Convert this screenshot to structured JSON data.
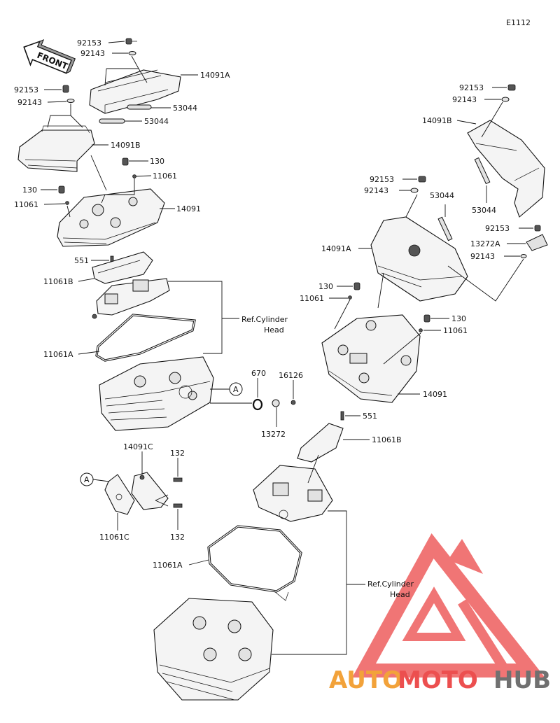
{
  "figure_code": "E1112",
  "front_badge": "FRONT",
  "callout_marker": "A",
  "ref_cylinder_head": {
    "line1": "Ref.Cylinder",
    "line2": "Head"
  },
  "labels": {
    "l_92153_a": "92153",
    "l_92143_a": "92143",
    "l_14091A_a": "14091A",
    "l_92153_b": "92153",
    "l_92143_b": "92143",
    "l_53044_a": "53044",
    "l_53044_b": "53044",
    "l_14091B_a": "14091B",
    "l_130_a": "130",
    "l_11061_a": "11061",
    "l_130_b": "130",
    "l_11061_b": "11061",
    "l_14091_a": "14091",
    "l_551_a": "551",
    "l_11061B_a": "11061B",
    "l_11061A_a": "11061A",
    "l_670": "670",
    "l_16126": "16126",
    "l_13272": "13272",
    "l_14091C": "14091C",
    "l_132_a": "132",
    "l_132_b": "132",
    "l_11061C": "11061C",
    "r_92153_a": "92153",
    "r_92143_a": "92143",
    "r_14091B": "14091B",
    "r_92153_b": "92153",
    "r_92143_b": "92143",
    "r_53044_a": "53044",
    "r_53044_b": "53044",
    "r_92153_c": "92153",
    "r_13272A": "13272A",
    "r_92143_c": "92143",
    "r_14091A": "14091A",
    "r_130_a": "130",
    "r_11061_a": "11061",
    "r_130_b": "130",
    "r_11061_b": "11061",
    "r_14091": "14091",
    "r_551": "551",
    "r_11061B": "11061B",
    "r_11061A": "11061A"
  },
  "watermark": {
    "part1": "AUTO",
    "part2": "MOTO",
    "part3": "HUB"
  },
  "colors": {
    "watermark_red": "#ec4f4f",
    "watermark_orange": "#f2a23a",
    "watermark_gray": "#707070"
  }
}
